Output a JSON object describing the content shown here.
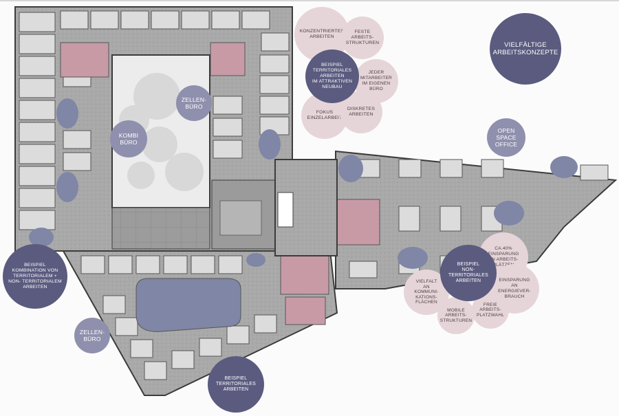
{
  "colors": {
    "dark_bubble": "#5a5b7f",
    "mid_bubble": "#8e90ad",
    "pink_bubble": "#e6d5d8",
    "pink_room": "#c79aa6",
    "floor": "#a6a6a6",
    "courtyard": "#ececec",
    "wall": "#3b3b3b"
  },
  "labels": {
    "vielfaeltige": "VIELFÄLTIGE\nARBEITSKONZEPTE",
    "territorial_neubau": "BEISPIEL\nTERRITORIALES\nARBEITEN\nIM ATTRAKTIVEN\nNEUBAU",
    "konzentriertes": "KONZENTRIERTES\nARBEITEN",
    "feste": "FESTE\nARBEITS-\nSTRUKTUREN",
    "jeder": "JEDER\nMITARBEITER\nIM EIGENEN\nBÜRO",
    "fokus": "FOKUS\nEINZELARBEIT",
    "diskretes": "DISKRETES\nARBEITEN",
    "zellenbuero_top": "ZELLEN-\nBÜRO",
    "kombibuero": "KOMBI\nBÜRO",
    "open_space": "OPEN\nSPACE\nOFFICE",
    "kombination": "BEISPIEL\nKOMBINATION VON\nTERRITORIALEM +\nNON- TERRITORIALEM\nARBEITEN",
    "zellenbuero_bottom": "ZELLEN-\nBÜRO",
    "territorial_bottom": "BEISPIEL\nTERRITORIALES\nARBEITEN",
    "non_territorial": "BEISPIEL\nNON-\nTERRITORIALES\nARBEITEN",
    "ca40": "CA.40%\nEINSPARUNG\nAN ARBEITS-\nPLÄTZEN",
    "einsparung": "EINSPARUNG\nAN\nENERGIEVER-\nBRAUCH",
    "vielfalt": "VIELFALT\nAN\nKOMMUNI-\nKATIONS-\nFLÄCHEN",
    "mobile": "MOBILE\nARBEITS-\nSTRUKTUREN",
    "freie": "FREIE\nARBEITS-\nPLATZWAHL"
  }
}
